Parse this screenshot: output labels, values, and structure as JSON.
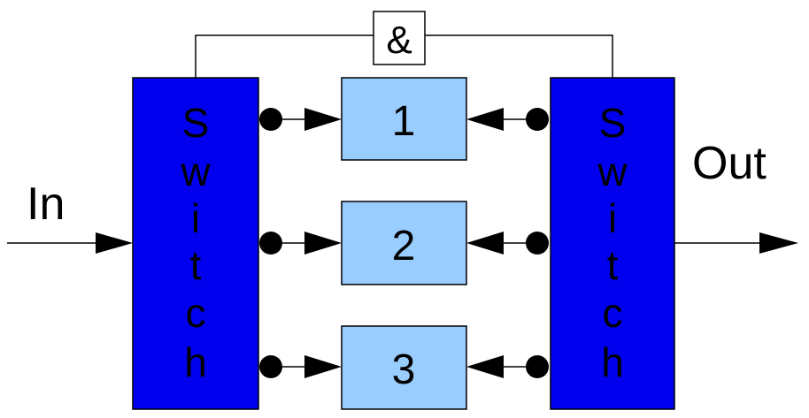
{
  "diagram": {
    "input_label": "In",
    "output_label": "Out",
    "and_gate_label": "&",
    "left_switch_letters": [
      "S",
      "w",
      "i",
      "t",
      "c",
      "h"
    ],
    "right_switch_letters": [
      "S",
      "w",
      "i",
      "t",
      "c",
      "h"
    ],
    "channels": [
      {
        "label": "1"
      },
      {
        "label": "2"
      },
      {
        "label": "3"
      }
    ]
  },
  "colors": {
    "switch_fill": "#0000ee",
    "channel_fill": "#99ccff",
    "line": "#000000",
    "background": "#ffffff"
  }
}
